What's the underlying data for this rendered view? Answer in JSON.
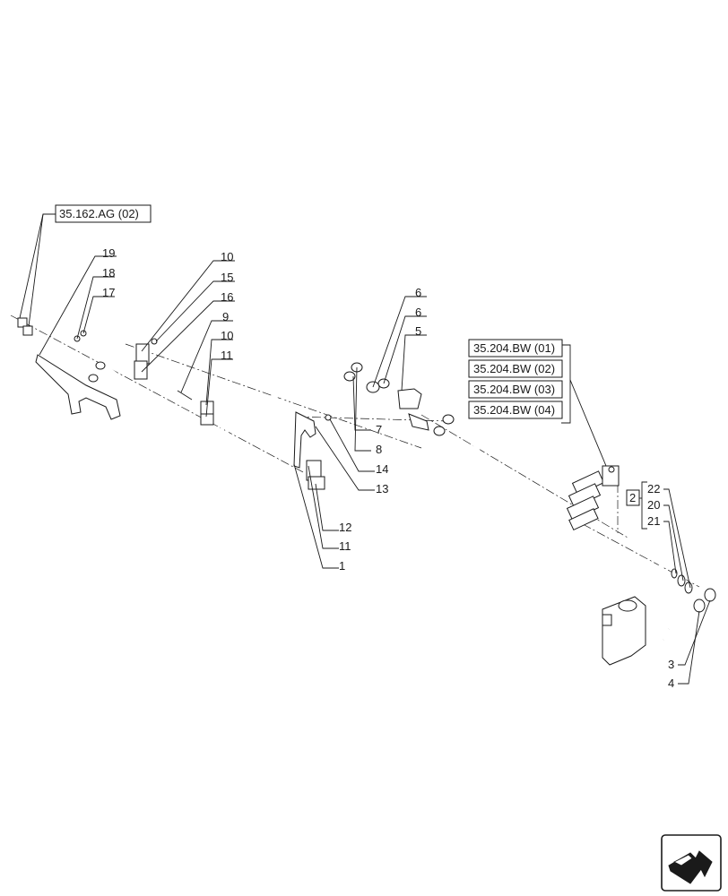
{
  "references": {
    "ref_162": "35.162.AG (02)",
    "ref_204_1": "35.204.BW (01)",
    "ref_204_2": "35.204.BW (02)",
    "ref_204_3": "35.204.BW (03)",
    "ref_204_4": "35.204.BW (04)",
    "ref_2": "2"
  },
  "callouts": {
    "c19": "19",
    "c18": "18",
    "c17": "17",
    "c10a": "10",
    "c15": "15",
    "c16": "16",
    "c9": "9",
    "c10b": "10",
    "c11a": "11",
    "c6a": "6",
    "c6b": "6",
    "c5": "5",
    "c7": "7",
    "c8": "8",
    "c14": "14",
    "c13": "13",
    "c12": "12",
    "c11b": "11",
    "c1": "1",
    "c22": "22",
    "c20": "20",
    "c21": "21",
    "c3": "3",
    "c4": "4"
  },
  "navigation": {
    "icon": "next-page-arrow-icon"
  }
}
